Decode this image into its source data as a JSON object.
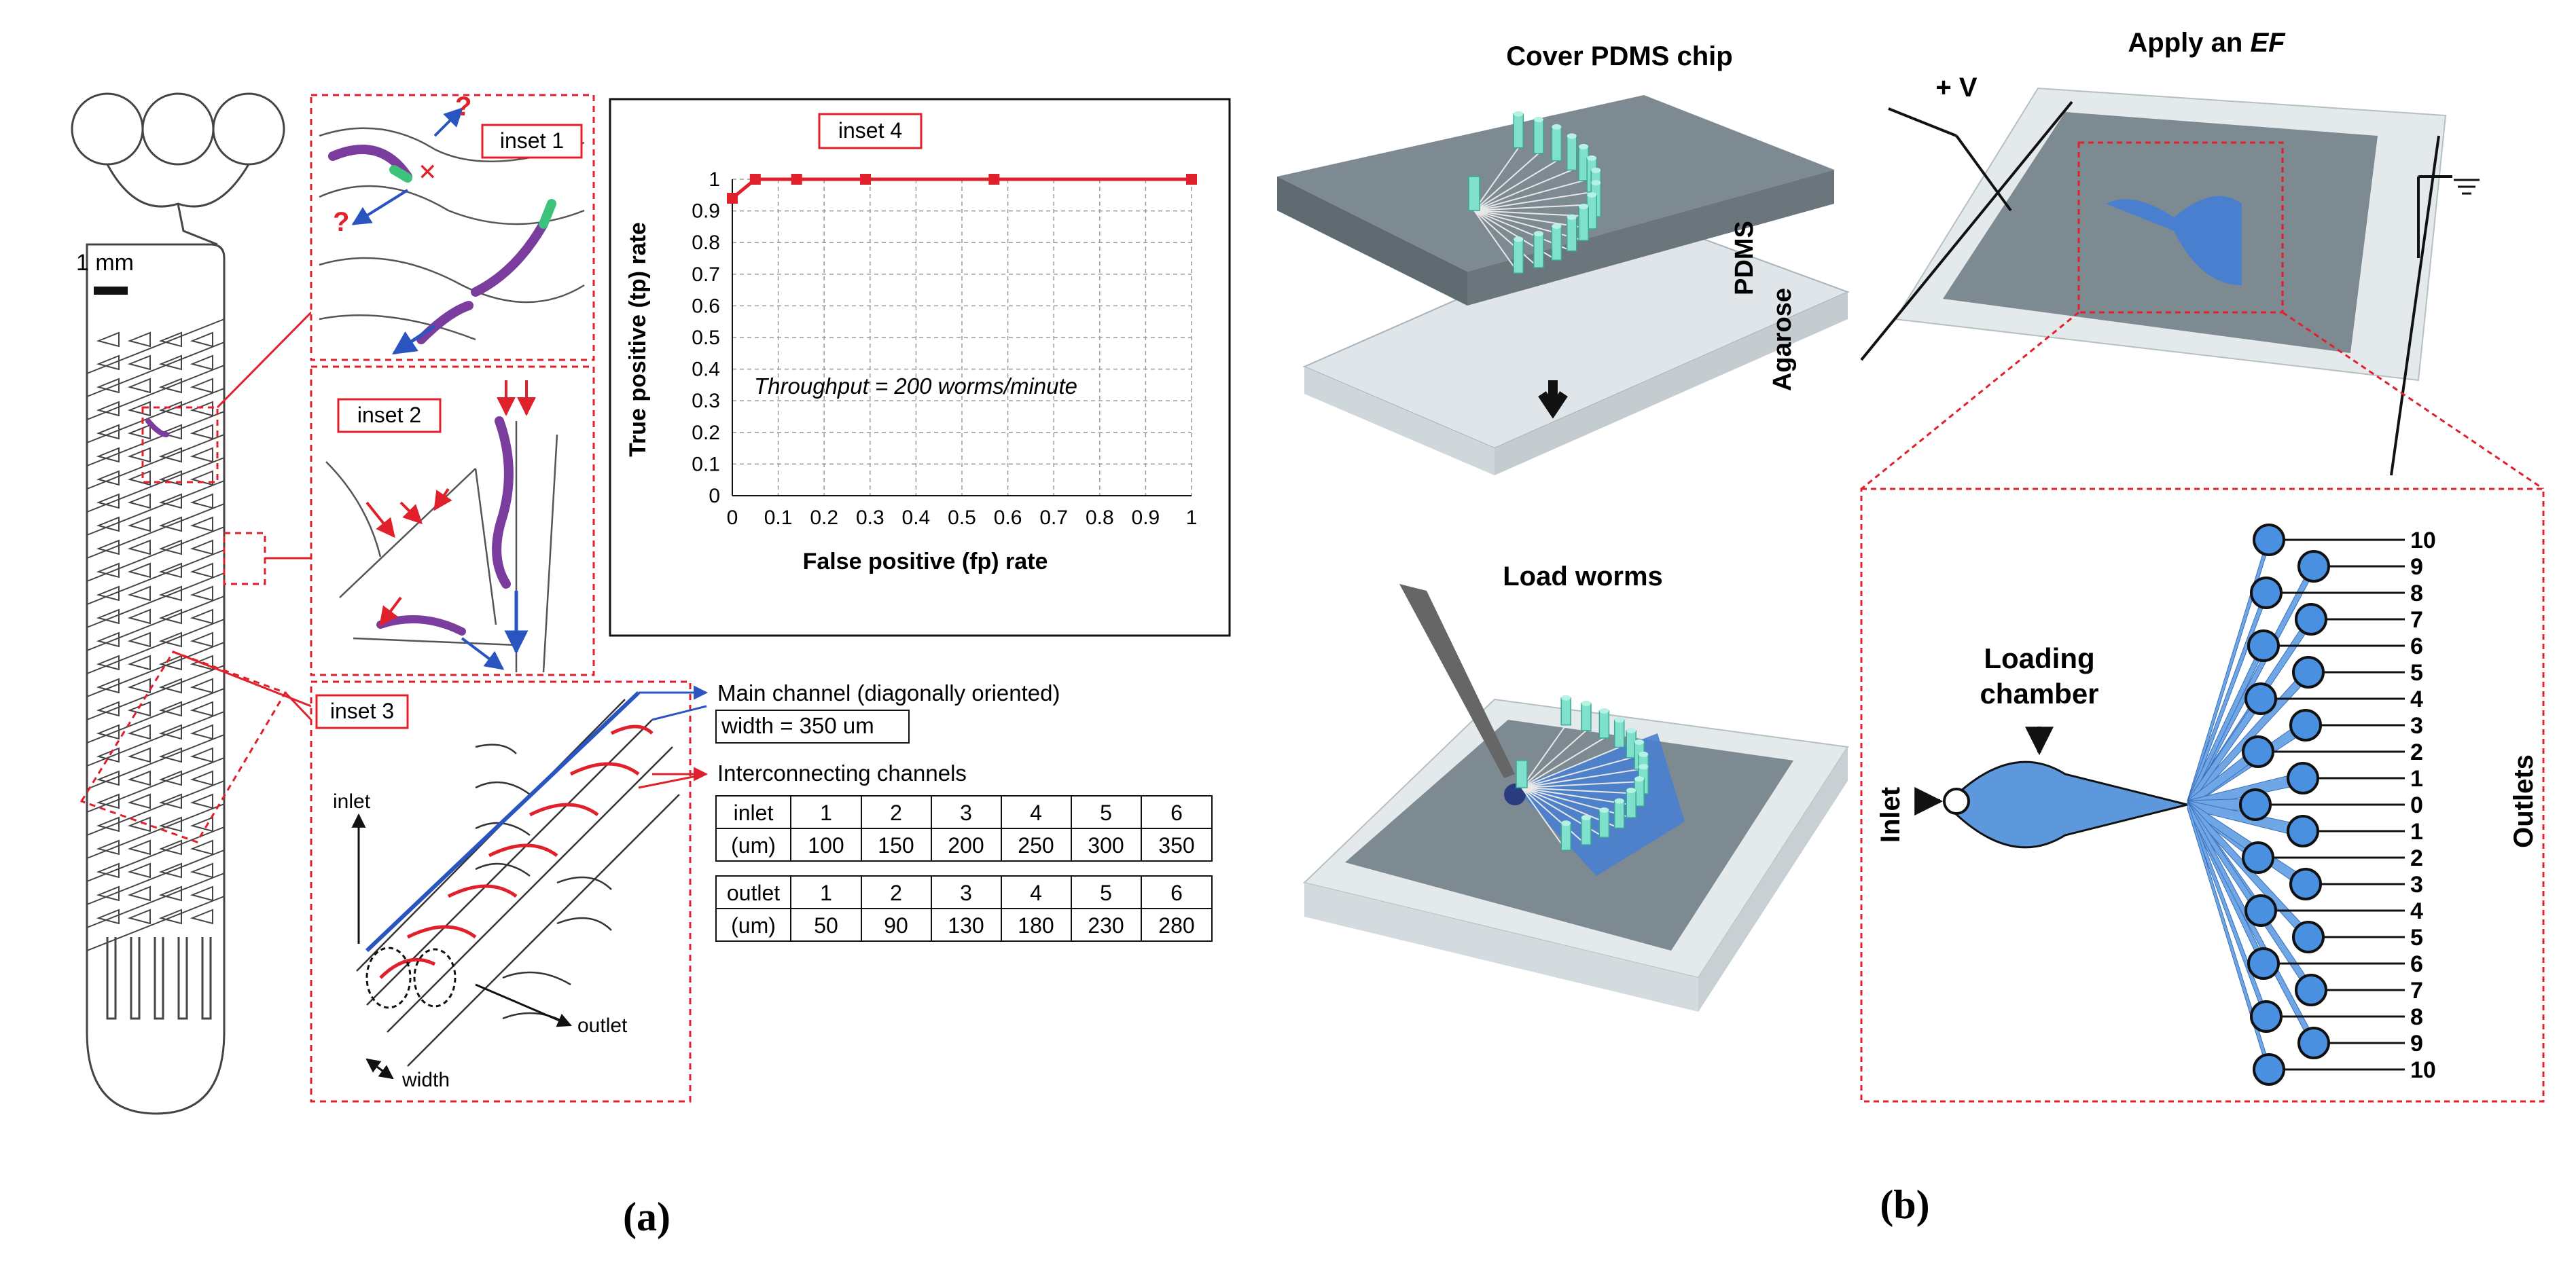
{
  "panel_a": {
    "label": "(a)",
    "scale_bar": "1 mm",
    "insets": {
      "inset1": "inset 1",
      "inset2": "inset 2",
      "inset3": "inset 3",
      "inset4": "inset 4"
    },
    "inset3_labels": {
      "inlet": "inlet",
      "outlet": "outlet",
      "width": "width"
    },
    "callouts": {
      "main_channel": "Main channel (diagonally oriented)",
      "width_value": "width = 350 um",
      "interconnecting": "Interconnecting channels"
    },
    "table_inlet": {
      "header": [
        "inlet",
        "1",
        "2",
        "3",
        "4",
        "5",
        "6"
      ],
      "row": [
        "(um)",
        "100",
        "150",
        "200",
        "250",
        "300",
        "350"
      ]
    },
    "table_outlet": {
      "header": [
        "outlet",
        "1",
        "2",
        "3",
        "4",
        "5",
        "6"
      ],
      "row": [
        "(um)",
        "50",
        "90",
        "130",
        "180",
        "230",
        "280"
      ]
    }
  },
  "chart_data": {
    "type": "line",
    "title": "inset 4",
    "xlabel": "False positive (fp) rate",
    "ylabel": "True positive (tp) rate",
    "annotation": "Throughput = 200 worms/minute",
    "xlim": [
      0,
      1
    ],
    "ylim": [
      0,
      1
    ],
    "xticks": [
      "0",
      "0.1",
      "0.2",
      "0.3",
      "0.4",
      "0.5",
      "0.6",
      "0.7",
      "0.8",
      "0.9",
      "1"
    ],
    "yticks": [
      "0",
      "0.1",
      "0.2",
      "0.3",
      "0.4",
      "0.5",
      "0.6",
      "0.7",
      "0.8",
      "0.9",
      "1"
    ],
    "grid": true,
    "color": "#e0202a",
    "series": [
      {
        "x": [
          0,
          0.05,
          0.14,
          0.29,
          0.57,
          1.0
        ],
        "y": [
          0.94,
          1,
          1,
          1,
          1,
          1
        ]
      }
    ]
  },
  "panel_b": {
    "label": "(b)",
    "steps": {
      "cover": "Cover PDMS chip",
      "apply_prefix": "Apply an ",
      "apply_ef": "EF",
      "load": "Load worms"
    },
    "layer_labels": {
      "pdms": "PDMS",
      "agarose": "Agarose"
    },
    "voltage": "+ V",
    "detail": {
      "loading_chamber": [
        "Loading",
        "chamber"
      ],
      "inlet": "Inlet",
      "outlets": "Outlets",
      "outlet_numbers": [
        "10",
        "9",
        "8",
        "7",
        "6",
        "5",
        "4",
        "3",
        "2",
        "1",
        "0",
        "1",
        "2",
        "3",
        "4",
        "5",
        "6",
        "7",
        "8",
        "9",
        "10"
      ]
    }
  }
}
